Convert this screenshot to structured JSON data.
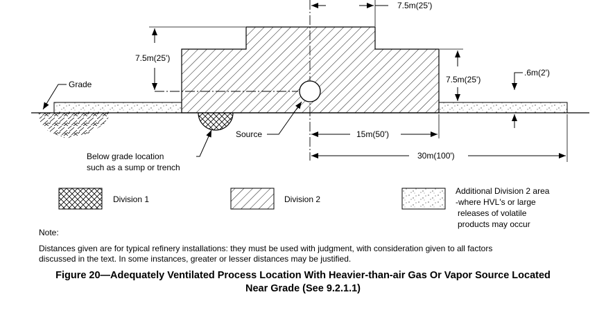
{
  "diagram": {
    "dim_top_width": "7.5m(25')",
    "dim_left_height": "7.5m(25')",
    "dim_right_height": "7.5m(25')",
    "dim_small_height": ".6m(2')",
    "dim_15m": "15m(50')",
    "dim_30m": "30m(100')",
    "grade_label": "Grade",
    "source_label": "Source",
    "below_grade_line1": "Below grade location",
    "below_grade_line2": "such as a sump or trench"
  },
  "legend": {
    "division1": "Division 1",
    "division2": "Division 2",
    "additional_line1": "Additional Division 2 area",
    "additional_line2": "-where HVL's or large",
    "additional_line3": "releases of volatile",
    "additional_line4": "products may occur"
  },
  "note": {
    "heading": "Note:",
    "line1": "Distances given are for typical refinery installations:  they must be used with judgment, with consideration given to all factors",
    "line2": "discussed in the text.  In some instances, greater or lesser distances may be justified."
  },
  "caption": {
    "line1": "Figure  20—Adequately Ventilated Process Location With Heavier-than-air Gas Or Vapor Source Located",
    "line2": "Near Grade (See 9.2.1.1)"
  }
}
